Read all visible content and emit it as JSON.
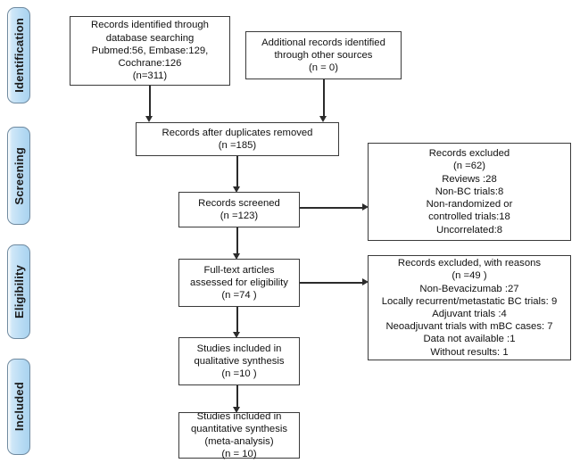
{
  "diagram": {
    "title": "PRISMA study selection flow diagram",
    "accent_color": "#b9dcf4",
    "border_color": "#3a3a3a",
    "stage_border_color": "#6f8aa0"
  },
  "stages": [
    {
      "label": "Identification"
    },
    {
      "label": "Screening"
    },
    {
      "label": "Eligibility"
    },
    {
      "label": "Included"
    }
  ],
  "boxes": {
    "records_identified": {
      "text": "Records identified through\ndatabase searching\nPubmed:56, Embase:129,\nCochrane:126\n(n=311)"
    },
    "additional_records": {
      "text": "Additional records identified\nthrough other sources\n(n = 0)"
    },
    "duplicates_removed": {
      "text": "Records after duplicates removed\n(n =185)"
    },
    "records_screened": {
      "text": "Records screened\n(n =123)"
    },
    "records_excluded": {
      "text": "Records excluded\n(n =62)\nReviews :28\nNon-BC trials:8\nNon-randomized or\ncontrolled trials:18\nUncorrelated:8"
    },
    "full_text_assessed": {
      "text": "Full-text articles\nassessed for eligibility\n(n =74 )"
    },
    "excluded_with_reasons": {
      "text": "Records excluded, with reasons\n(n =49 )\nNon-Bevacizumab :27\nLocally recurrent/metastatic BC trials: 9\nAdjuvant trials :4\nNeoadjuvant trials with mBC cases: 7\nData not available :1\nWithout results: 1"
    },
    "qualitative_synthesis": {
      "text": "Studies included in\nqualitative synthesis\n(n =10 )"
    },
    "quantitative_synthesis": {
      "text": "Studies included in\nquantitative synthesis\n(meta-analysis)\n(n = 10)"
    }
  }
}
